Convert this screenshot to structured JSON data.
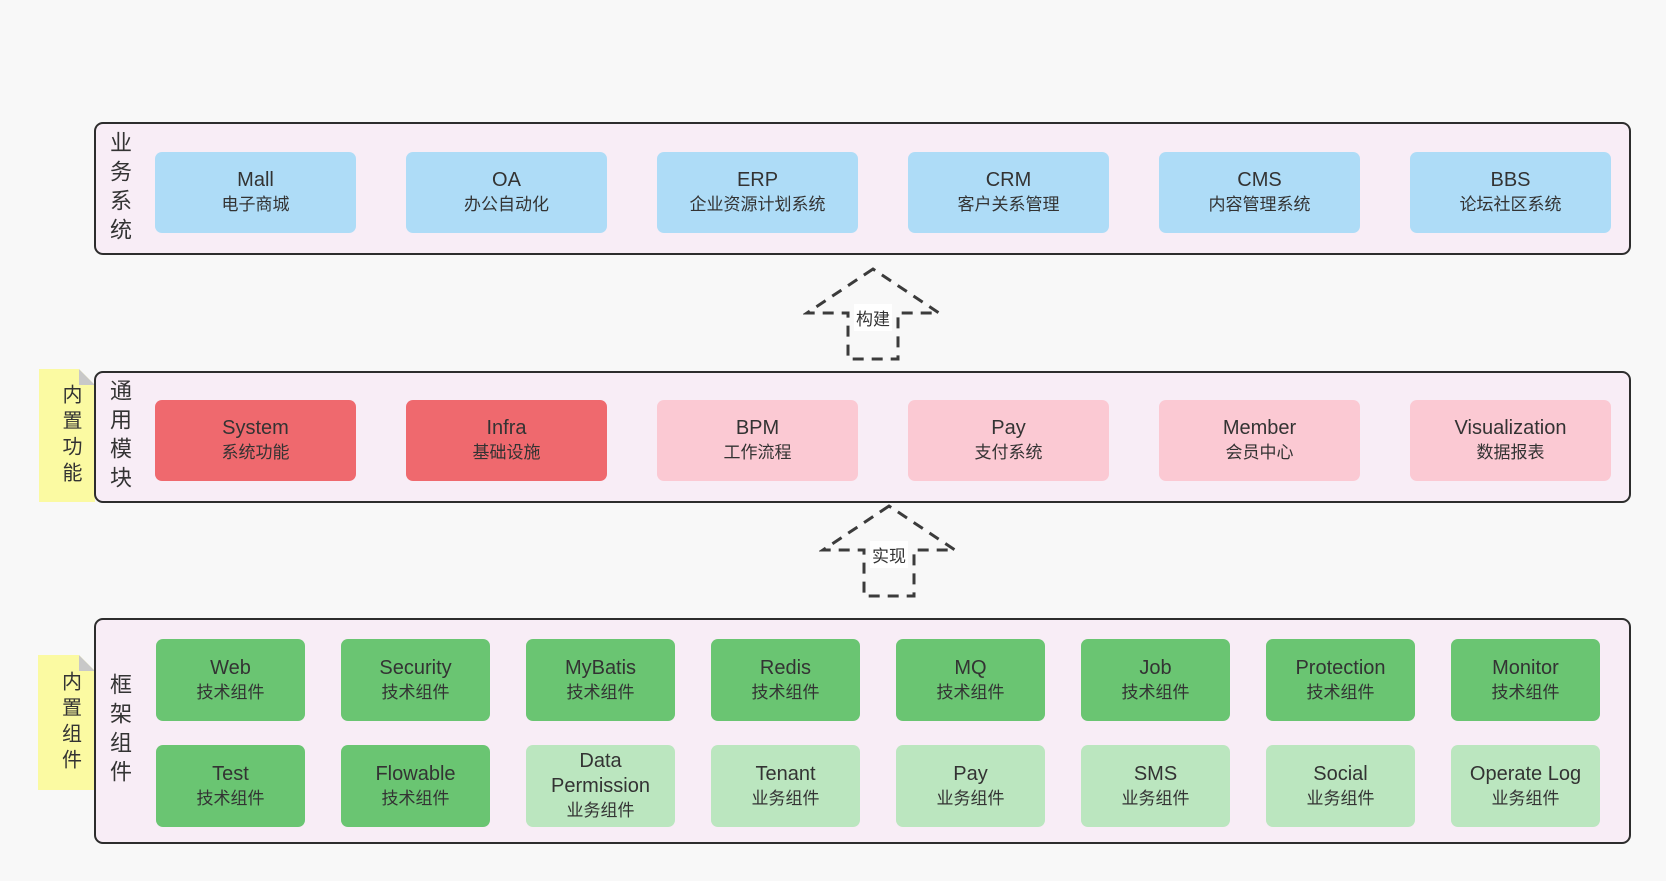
{
  "colors": {
    "page_bg": "#f8f8f8",
    "layer_bg": "#f8edf6",
    "layer_border": "#2d2d2d",
    "blue_box": "#aedcf7",
    "red_box": "#ef696e",
    "pink_box": "#fbc9d3",
    "green_box": "#6ac572",
    "light_green_box": "#bbe6bf",
    "tag_yellow": "#fbfaa2",
    "tag_fold_gray": "#c8c8c8",
    "arrow_dash": "#3b3b3b",
    "text": "#333333"
  },
  "arrows": [
    {
      "label": "构建"
    },
    {
      "label": "实现"
    }
  ],
  "layers": [
    {
      "side_label": "业务系统",
      "rows": [
        [
          {
            "title": "Mall",
            "subtitle": "电子商城"
          },
          {
            "title": "OA",
            "subtitle": "办公自动化"
          },
          {
            "title": "ERP",
            "subtitle": "企业资源计划系统"
          },
          {
            "title": "CRM",
            "subtitle": "客户关系管理"
          },
          {
            "title": "CMS",
            "subtitle": "内容管理系统"
          },
          {
            "title": "BBS",
            "subtitle": "论坛社区系统"
          }
        ]
      ]
    },
    {
      "side_label": "通用模块",
      "tag": "内置功能",
      "rows": [
        [
          {
            "title": "System",
            "subtitle": "系统功能"
          },
          {
            "title": "Infra",
            "subtitle": "基础设施"
          },
          {
            "title": "BPM",
            "subtitle": "工作流程"
          },
          {
            "title": "Pay",
            "subtitle": "支付系统"
          },
          {
            "title": "Member",
            "subtitle": "会员中心"
          },
          {
            "title": "Visualization",
            "subtitle": "数据报表"
          }
        ]
      ]
    },
    {
      "side_label": "框架组件",
      "tag": "内置组件",
      "rows": [
        [
          {
            "title": "Web",
            "subtitle": "技术组件"
          },
          {
            "title": "Security",
            "subtitle": "技术组件"
          },
          {
            "title": "MyBatis",
            "subtitle": "技术组件"
          },
          {
            "title": "Redis",
            "subtitle": "技术组件"
          },
          {
            "title": "MQ",
            "subtitle": "技术组件"
          },
          {
            "title": "Job",
            "subtitle": "技术组件"
          },
          {
            "title": "Protection",
            "subtitle": "技术组件"
          },
          {
            "title": "Monitor",
            "subtitle": "技术组件"
          }
        ],
        [
          {
            "title": "Test",
            "subtitle": "技术组件"
          },
          {
            "title": "Flowable",
            "subtitle": "技术组件"
          },
          {
            "title": "Data Permission",
            "subtitle": "业务组件"
          },
          {
            "title": "Tenant",
            "subtitle": "业务组件"
          },
          {
            "title": "Pay",
            "subtitle": "业务组件"
          },
          {
            "title": "SMS",
            "subtitle": "业务组件"
          },
          {
            "title": "Social",
            "subtitle": "业务组件"
          },
          {
            "title": "Operate Log",
            "subtitle": "业务组件"
          }
        ]
      ]
    }
  ]
}
